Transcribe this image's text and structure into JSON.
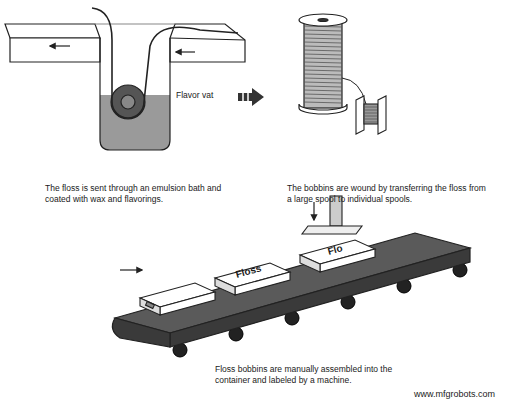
{
  "diagram": {
    "labels": [
      "Flavor vat",
      "The floss is sent through an emulsion bath and coated with wax and flavorings.",
      "The bobbins are wound by transferring the floss from a large spool to individual spools.",
      "Floss",
      "Flo",
      "Floss bobbins are manually assembled into the container and labeled by a machine.",
      "www.mfgrobots.com"
    ]
  }
}
